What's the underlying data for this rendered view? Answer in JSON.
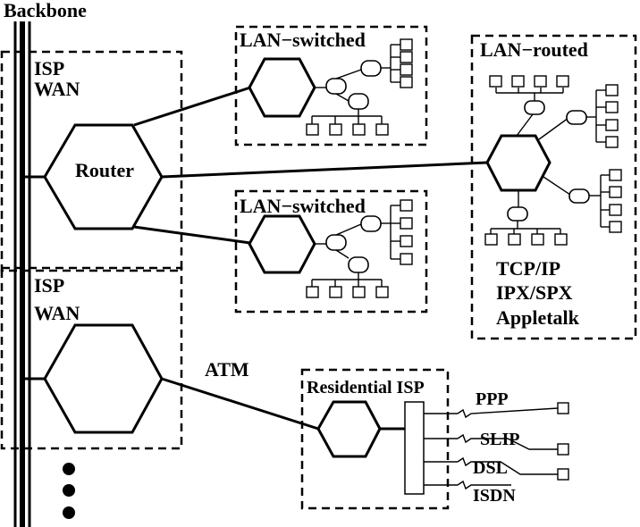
{
  "labels": {
    "backbone": "Backbone",
    "isp_wan_top_line1": "ISP",
    "isp_wan_top_line2": "WAN",
    "isp_wan_bottom_line1": "ISP",
    "isp_wan_bottom_line2": "WAN",
    "router": "Router",
    "lan_switched_top": "LAN−switched",
    "lan_switched_mid": "LAN−switched",
    "lan_routed": "LAN−routed",
    "protocol_1": "TCP/IP",
    "protocol_2": "IPX/SPX",
    "protocol_3": "Appletalk",
    "atm": "ATM",
    "residential_isp": "Residential ISP",
    "ppp": "PPP",
    "slip": "SLIP",
    "dsl": "DSL",
    "isdn": "ISDN"
  }
}
